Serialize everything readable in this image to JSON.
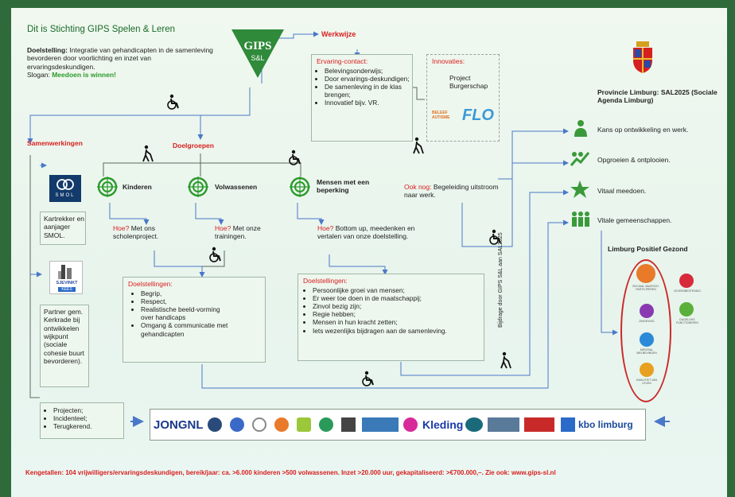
{
  "title": "Dit is Stichting GIPS Spelen & Leren",
  "logo": {
    "line1": "GIPS",
    "line2": "S&L"
  },
  "doelstelling": {
    "label": "Doelstelling:",
    "text": "Integratie van gehandicapten in de samenleving bevorderen door voorlichting en inzet van ervaringsdeskundigen.",
    "slogan_prefix": "Slogan:",
    "slogan": "Meedoen is winnen!"
  },
  "werkwijze": {
    "label": "Werkwijze",
    "ervaring_title": "Ervaring-contact:",
    "ervaring_items": [
      "Belevingsonderwijs;",
      "Door ervarings-deskundigen;",
      "De samenleving in de klas brengen;",
      "Innovatief bijv. VR."
    ],
    "innovaties_title": "Innovaties:",
    "innovaties_item": "Project Burgerschap",
    "innovaties_logo1": "BELEEF AUTISME",
    "innovaties_logo2": "FLO"
  },
  "samenwerkingen": {
    "label": "Samenwerkingen",
    "smol_logo": "SMOL",
    "smol_text": "Kartrekker en aanjager SMOL.",
    "partner_logo": "SJEVINKT",
    "partner_logo2": "KEES",
    "partner_text": "Partner gem. Kerkrade bij ontwikkelen wijkpunt (sociale cohesie buurt bevorderen)."
  },
  "doelgroepen": {
    "label": "Doelgroepen",
    "groups": [
      "Kinderen",
      "Volwassenen",
      "Mensen met een beperking"
    ],
    "hoe_label": "Hoe?",
    "hoe": [
      "Met ons scholenproject.",
      "Met onze trainingen.",
      "Bottom up, meedenken en vertalen van onze doelstelling."
    ]
  },
  "ook_nog": {
    "label": "Ook nog:",
    "text": "Begeleiding uitstroom naar werk."
  },
  "doelstellingen_left": {
    "title": "Doelstellingen:",
    "items": [
      "Begrip,",
      "Respect,",
      "Realistische beeld-vorming over handicaps",
      "Omgang & communicatie met gehandicapten"
    ]
  },
  "doelstellingen_right": {
    "title": "Doelstellingen:",
    "items": [
      "Persoonlijke groei van mensen;",
      "Er weer toe doen in de maatschappij;",
      "Zinvol bezig zijn;",
      "Regie hebben;",
      "Mensen in hun kracht zetten;",
      "Iets wezenlijks bijdragen aan de samenleving."
    ]
  },
  "bijdrage": "Bijdrage door GIPS S&L aan SAL2025",
  "provincie": {
    "title": "Provincie Limburg: SAL2025 (Sociale Agenda Limburg)",
    "items": [
      "Kans op ontwikkeling en werk.",
      "Opgroeien & ontplooien.",
      "Vitaal meedoen.",
      "Vitale gemeenschappen."
    ]
  },
  "limburg_positief": {
    "title": "Limburg Positief Gezond",
    "badges": [
      "SOCIAAL MAATSCH. PARTICIPEREN",
      "LEVENSBESTENDIG",
      "ZINGEVING",
      "DAGELIJKS FUNCTIONEREN",
      "MENTAAL WELBEVINDEN",
      "KWALITEIT VAN LEVEN"
    ]
  },
  "projecten": {
    "items": [
      "Projecten;",
      "Incidenteel;",
      "Terugkerend."
    ]
  },
  "partners": {
    "jongnl": "JONGNL",
    "kleding": "Kleding",
    "kbo": "kbo limburg"
  },
  "kengetallen": "Kengetallen: 104 vrijwilligers/ervaringsdeskundigen, bereik/jaar: ca. >6.000 kinderen >500 volwassenen. Inzet >20.000 uur, gekapitaliseerd: >€700.000,–. Zie ook: www.gips-sl.nl",
  "colors": {
    "red": "#d82020",
    "green": "#2a9a2a",
    "frame": "#2f6b3a",
    "arrow": "#4a78c8",
    "line": "#5a6a5a",
    "oval": "#cc2a2a"
  }
}
